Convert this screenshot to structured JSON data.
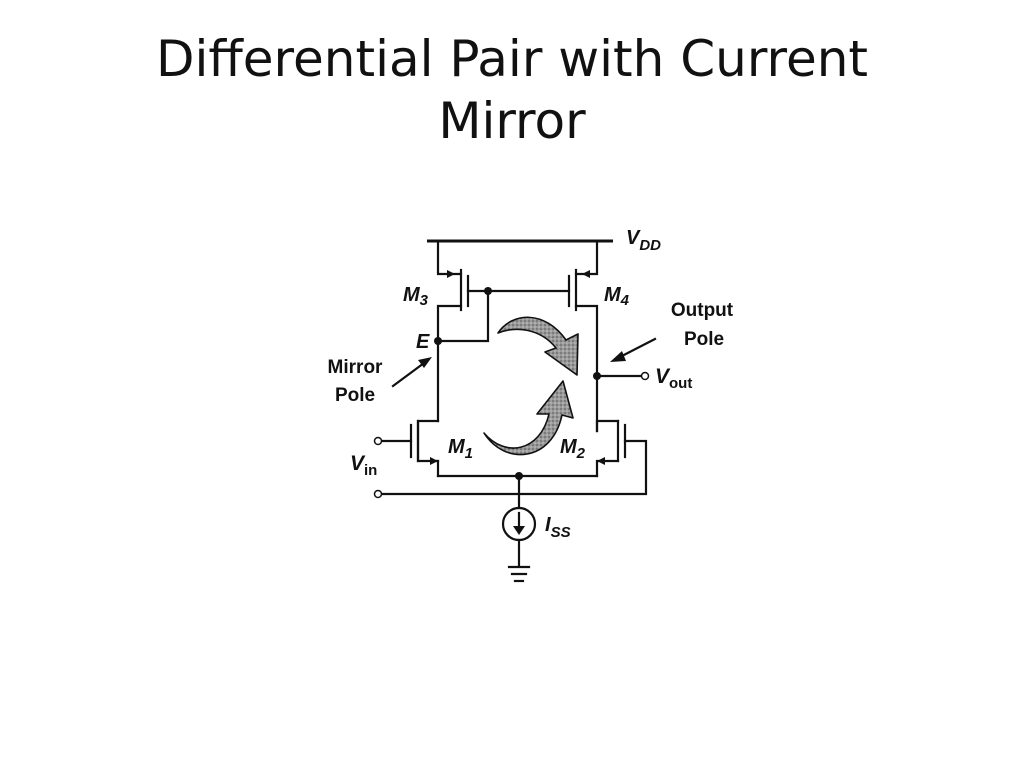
{
  "slide": {
    "title_line1": "Differential Pair with Current",
    "title_line2": "Mirror"
  },
  "circuit": {
    "supply": {
      "v": "V",
      "sub": "DD"
    },
    "transistors": {
      "m1": {
        "name": "M",
        "sub": "1"
      },
      "m2": {
        "name": "M",
        "sub": "2"
      },
      "m3": {
        "name": "M",
        "sub": "3"
      },
      "m4": {
        "name": "M",
        "sub": "4"
      }
    },
    "node_e": "E",
    "mirror_pole": {
      "line1": "Mirror",
      "line2": "Pole"
    },
    "output_pole": {
      "line1": "Output",
      "line2": "Pole"
    },
    "vout": {
      "v": "V",
      "sub": "out"
    },
    "vin": {
      "v": "V",
      "sub": "in"
    },
    "iss": {
      "v": "I",
      "sub": "SS"
    }
  },
  "colors": {
    "ink": "#111111",
    "arrow_fill": "#8a8a8a",
    "background": "#ffffff"
  }
}
